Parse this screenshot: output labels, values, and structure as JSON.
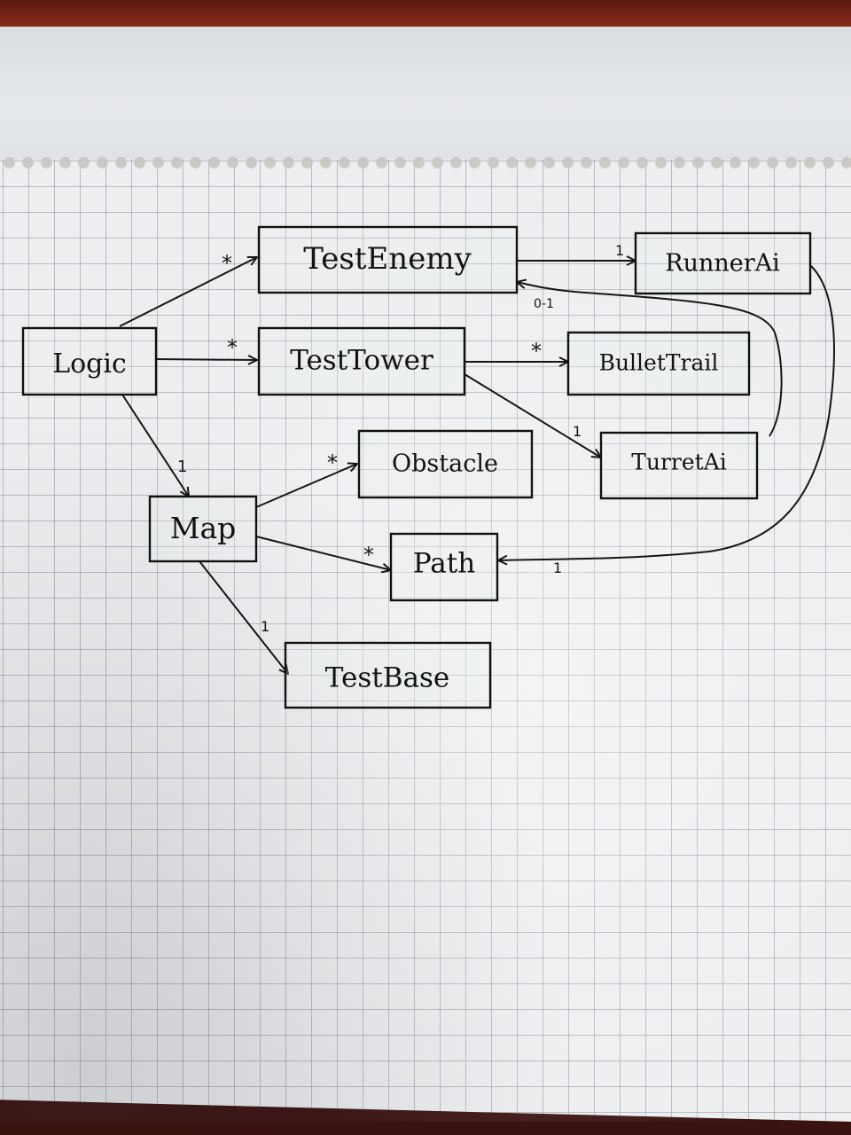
{
  "diagram": {
    "nodes": [
      {
        "id": "logic",
        "label": "Logic"
      },
      {
        "id": "testenemy",
        "label": "TestEnemy"
      },
      {
        "id": "runnerai",
        "label": "RunnerAi"
      },
      {
        "id": "testtower",
        "label": "TestTower"
      },
      {
        "id": "bullettrail",
        "label": "BulletTrail"
      },
      {
        "id": "turretai",
        "label": "TurretAi"
      },
      {
        "id": "obstacle",
        "label": "Obstacle"
      },
      {
        "id": "map",
        "label": "Map"
      },
      {
        "id": "path",
        "label": "Path"
      },
      {
        "id": "testbase",
        "label": "TestBase"
      }
    ],
    "edges": [
      {
        "from": "logic",
        "to": "testenemy",
        "multiplicity": "*"
      },
      {
        "from": "logic",
        "to": "testtower",
        "multiplicity": "*"
      },
      {
        "from": "logic",
        "to": "map",
        "multiplicity": "1"
      },
      {
        "from": "testenemy",
        "to": "runnerai",
        "multiplicity": "1"
      },
      {
        "from": "testtower",
        "to": "bullettrail",
        "multiplicity": "*"
      },
      {
        "from": "testtower",
        "to": "turretai",
        "multiplicity": "1"
      },
      {
        "from": "turretai",
        "to": "testenemy",
        "multiplicity": "0-1"
      },
      {
        "from": "runnerai",
        "to": "path",
        "multiplicity": "1"
      },
      {
        "from": "map",
        "to": "obstacle",
        "multiplicity": "*"
      },
      {
        "from": "map",
        "to": "path",
        "multiplicity": "*"
      },
      {
        "from": "map",
        "to": "testbase",
        "multiplicity": "1"
      }
    ]
  }
}
